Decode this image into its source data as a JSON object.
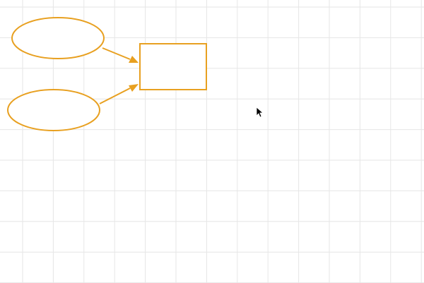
{
  "canvas": {
    "background": "#ffffff",
    "grid_color": "#e6e6e6",
    "grid": true
  },
  "shapes": {
    "stroke_color": "#e8a020",
    "fill_color": "#ffffff",
    "items": [
      {
        "kind": "ellipse",
        "text": ""
      },
      {
        "kind": "ellipse",
        "text": ""
      },
      {
        "kind": "rectangle",
        "text": ""
      }
    ],
    "connectors": [
      {
        "from": "ellipse-1",
        "to": "rectangle-1"
      },
      {
        "from": "ellipse-2",
        "to": "rectangle-1"
      }
    ]
  },
  "cursor": {
    "icon": "mouse-pointer-icon",
    "color": "#000000"
  }
}
